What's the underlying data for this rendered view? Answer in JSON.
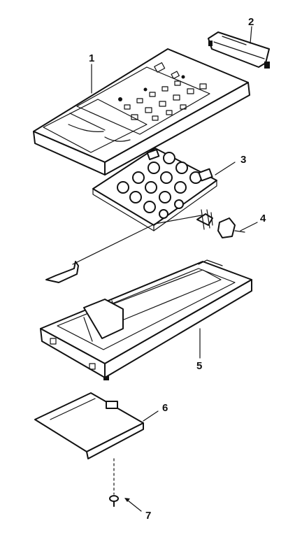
{
  "diagram": {
    "callouts": [
      {
        "number": "1",
        "part": "top-case"
      },
      {
        "number": "2",
        "part": "end-cap"
      },
      {
        "number": "3",
        "part": "keypad-circuit-board"
      },
      {
        "number": "4",
        "part": "battery-contact-assembly"
      },
      {
        "number": "5",
        "part": "bottom-case"
      },
      {
        "number": "6",
        "part": "battery-cover"
      },
      {
        "number": "7",
        "part": "screw"
      }
    ],
    "colors": {
      "line": "#111111",
      "background": "#ffffff"
    }
  }
}
